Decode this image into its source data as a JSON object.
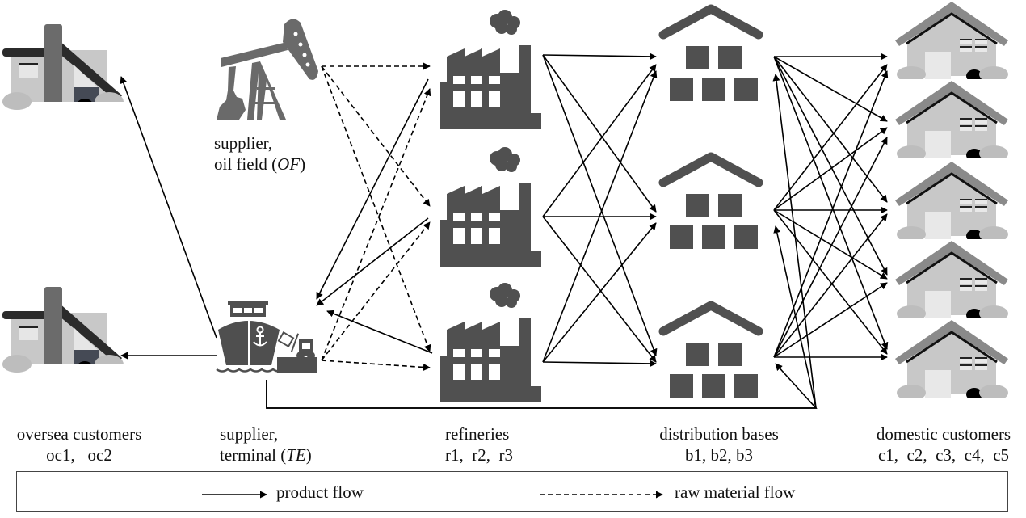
{
  "title": "Petroleum supply chain network",
  "nodes": {
    "oversea_customers": {
      "label": "oversea customers",
      "ids": "oc1,   oc2",
      "items": [
        "oc1",
        "oc2"
      ]
    },
    "oil_field": {
      "label_line1": "supplier,",
      "label_line2_prefix": "oil field (",
      "abbr": "OF",
      "label_suffix": ")"
    },
    "terminal": {
      "label_line1": "supplier,",
      "label_line2_prefix": "terminal (",
      "abbr": "TE",
      "label_suffix": ")"
    },
    "refineries": {
      "label": "refineries",
      "ids": "r1,  r2,  r3",
      "items": [
        "r1",
        "r2",
        "r3"
      ]
    },
    "distribution_bases": {
      "label": "distribution bases",
      "ids": "b1, b2, b3",
      "items": [
        "b1",
        "b2",
        "b3"
      ]
    },
    "domestic_customers": {
      "label": "domestic customers",
      "ids": "c1,  c2,  c3,  c4,  c5",
      "items": [
        "c1",
        "c2",
        "c3",
        "c4",
        "c5"
      ]
    }
  },
  "legend": {
    "product_flow": "product flow",
    "raw_material_flow": "raw material flow"
  },
  "flows": {
    "raw_material": [
      [
        "OF",
        "r1"
      ],
      [
        "OF",
        "r2"
      ],
      [
        "OF",
        "r3"
      ],
      [
        "TE",
        "r1"
      ],
      [
        "TE",
        "r2"
      ],
      [
        "TE",
        "r3"
      ]
    ],
    "product": [
      [
        "TE",
        "oc1"
      ],
      [
        "TE",
        "oc2"
      ],
      [
        "r1",
        "TE"
      ],
      [
        "r2",
        "TE"
      ],
      [
        "r3",
        "TE"
      ],
      [
        "r1",
        "b1"
      ],
      [
        "r1",
        "b2"
      ],
      [
        "r1",
        "b3"
      ],
      [
        "r2",
        "b1"
      ],
      [
        "r2",
        "b2"
      ],
      [
        "r2",
        "b3"
      ],
      [
        "r3",
        "b1"
      ],
      [
        "r3",
        "b2"
      ],
      [
        "r3",
        "b3"
      ],
      [
        "TE",
        "b1"
      ],
      [
        "TE",
        "b2"
      ],
      [
        "TE",
        "b3"
      ],
      [
        "b1",
        "c1"
      ],
      [
        "b1",
        "c2"
      ],
      [
        "b1",
        "c3"
      ],
      [
        "b1",
        "c4"
      ],
      [
        "b1",
        "c5"
      ],
      [
        "b2",
        "c1"
      ],
      [
        "b2",
        "c2"
      ],
      [
        "b2",
        "c3"
      ],
      [
        "b2",
        "c4"
      ],
      [
        "b2",
        "c5"
      ],
      [
        "b3",
        "c1"
      ],
      [
        "b3",
        "c2"
      ],
      [
        "b3",
        "c3"
      ],
      [
        "b3",
        "c4"
      ],
      [
        "b3",
        "c5"
      ]
    ]
  },
  "colors": {
    "icon_dark": "#505050",
    "roof_dark": "#2b2b2b",
    "wall_light": "#c8c8c8",
    "house_roof": "#8a8a8a",
    "arrow": "#000000"
  }
}
